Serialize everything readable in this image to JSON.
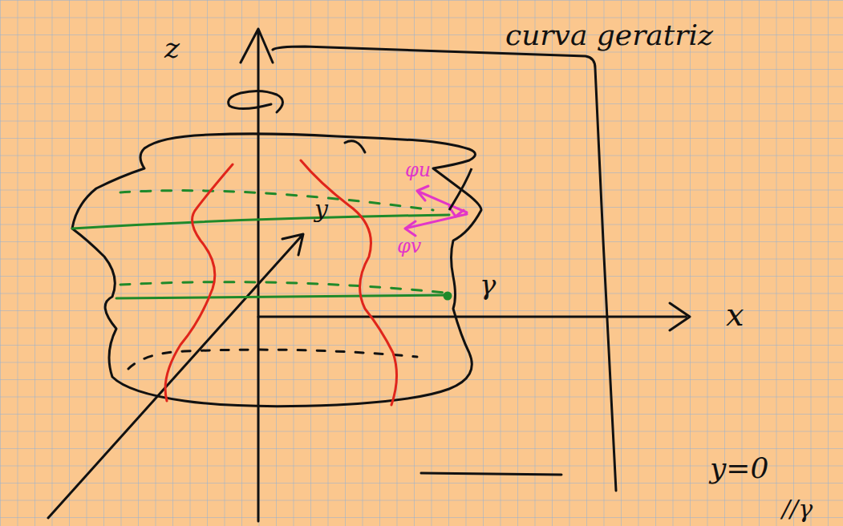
{
  "diagram": {
    "labels": [
      "z",
      "x",
      "y",
      "γ",
      "φu",
      "φv",
      "curva geratriz",
      "y=0",
      "//γ"
    ]
  }
}
